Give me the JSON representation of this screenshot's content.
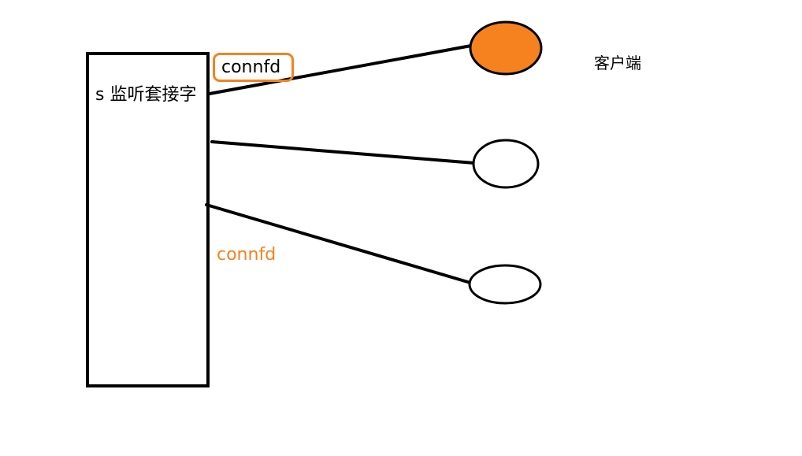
{
  "diagram": {
    "server_label": "s 监听套接字",
    "client_label": "客户端",
    "connection_label_boxed": "connfd",
    "connection_label_free": "connfd"
  },
  "colors": {
    "accent": "#F5821F",
    "stroke": "#000000",
    "background": "#FFFFFF"
  }
}
